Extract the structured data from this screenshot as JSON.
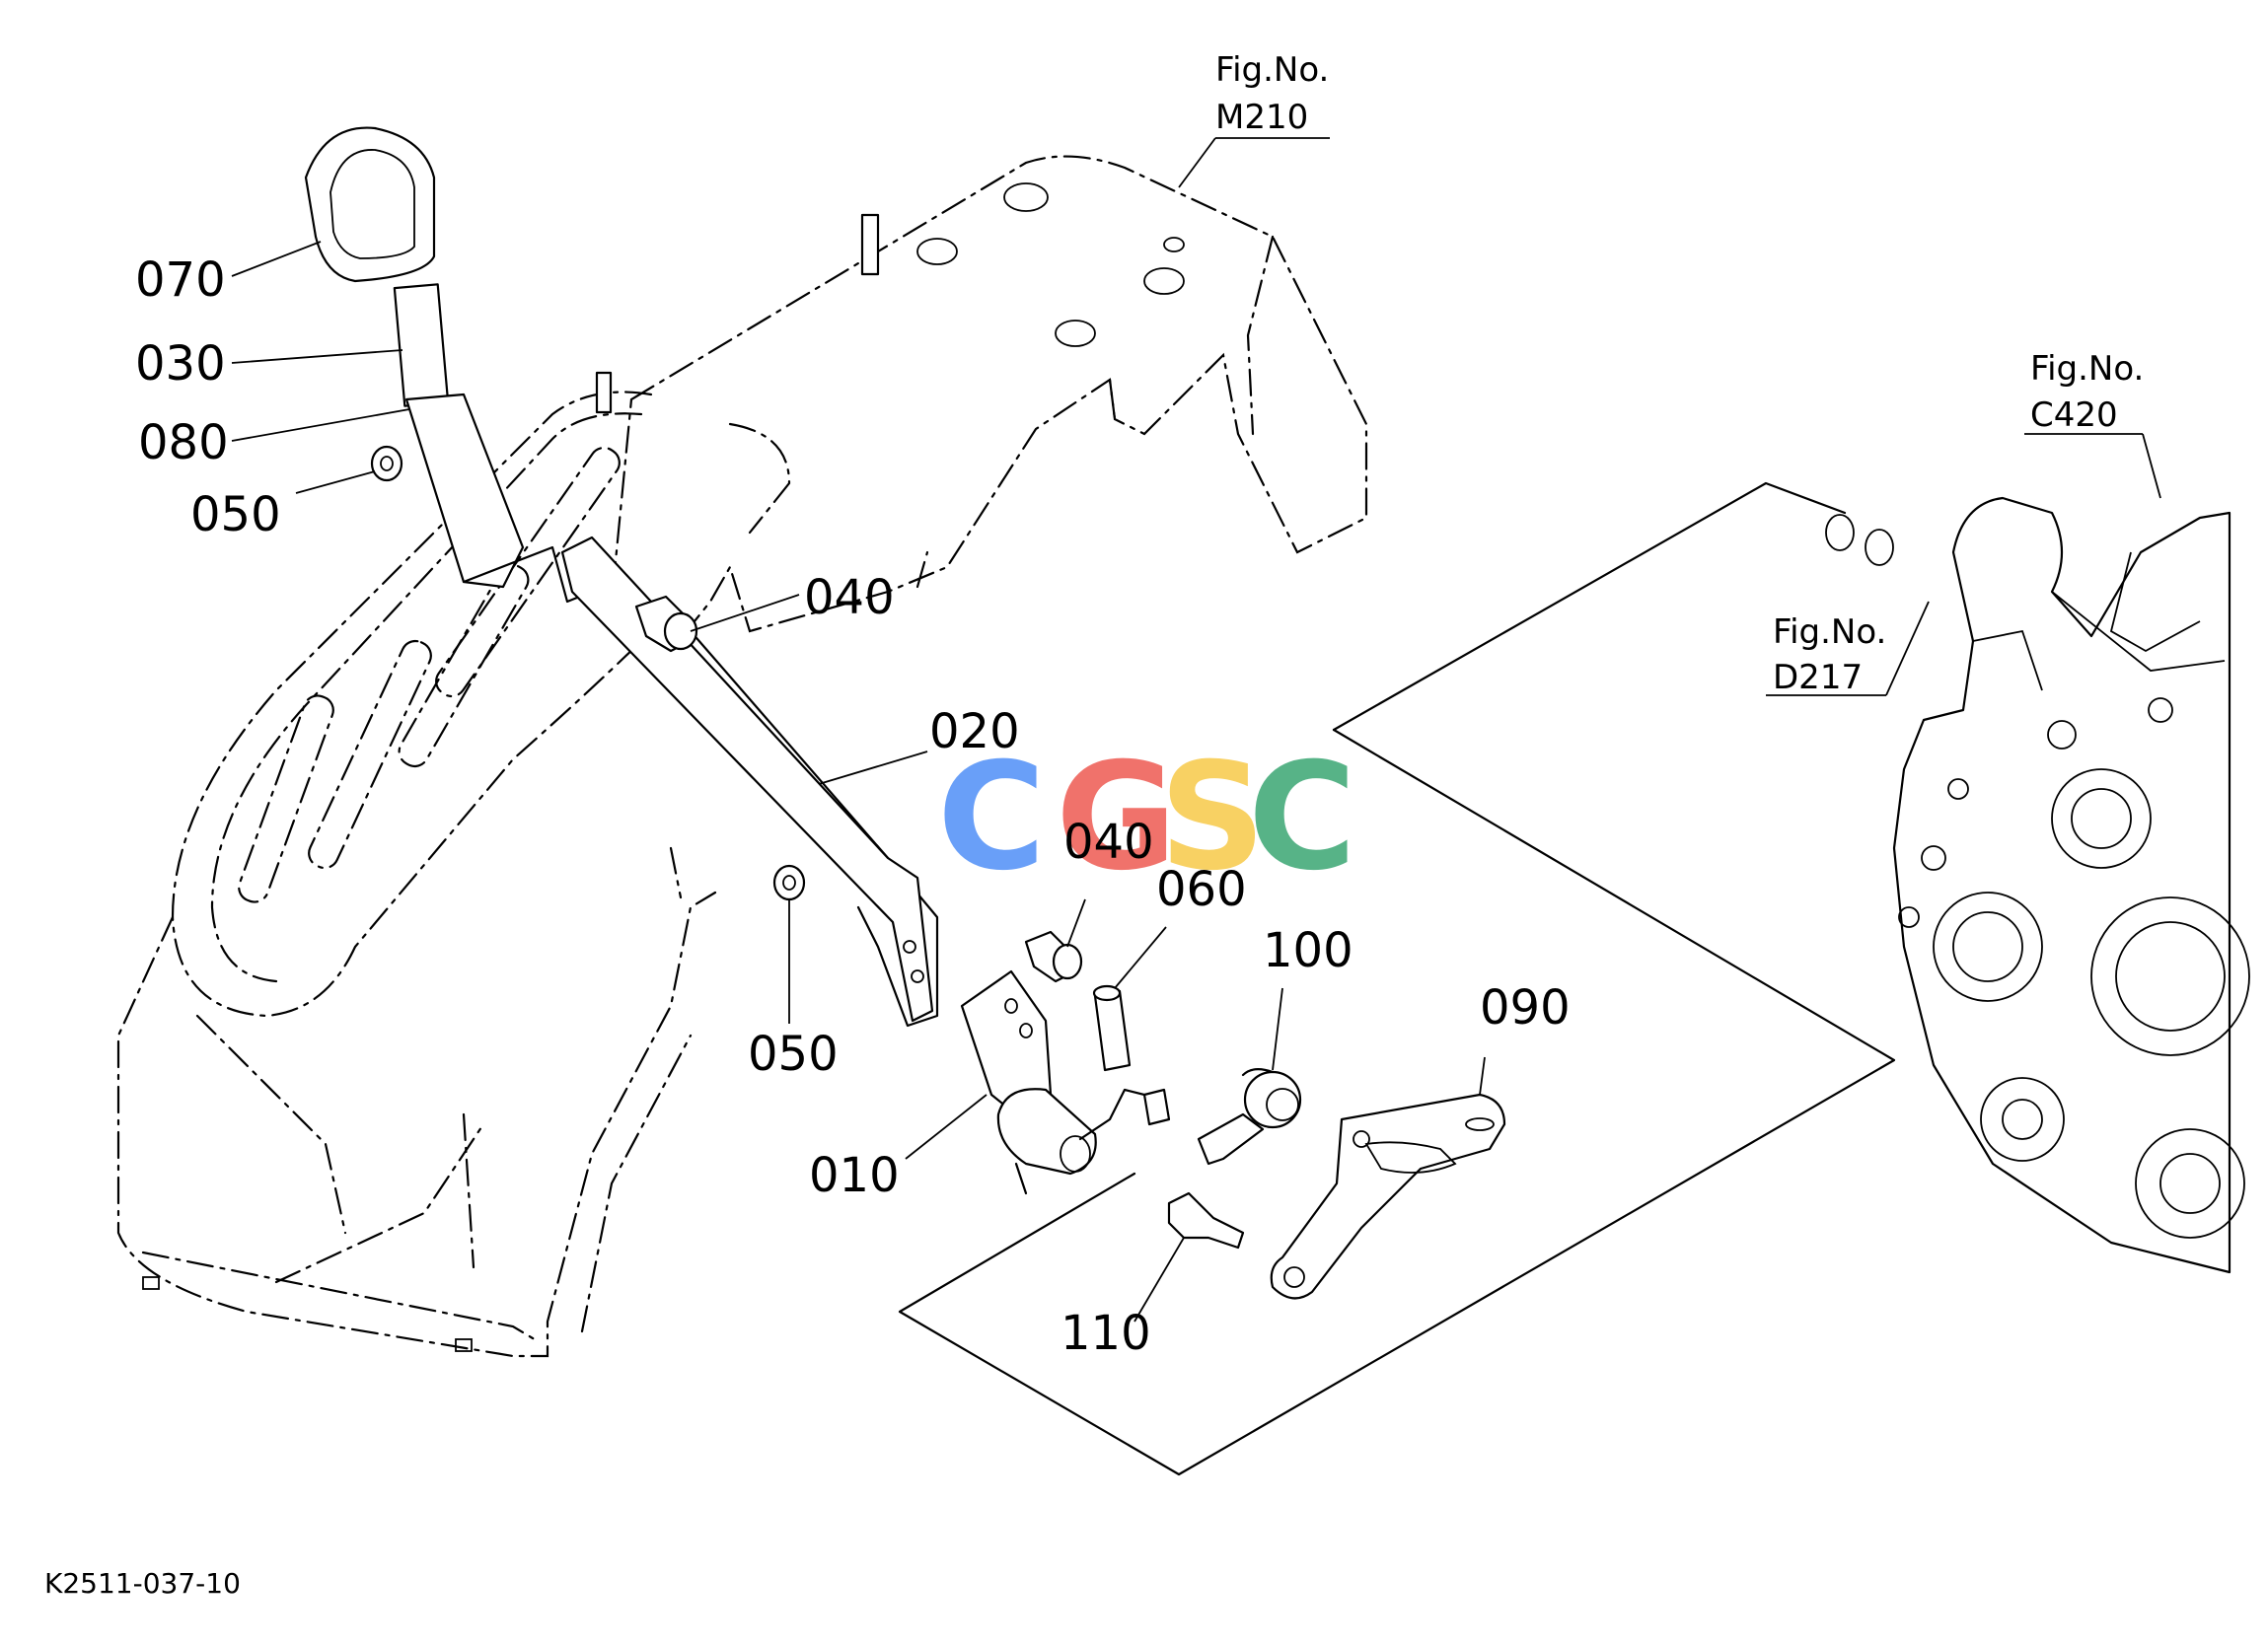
{
  "callouts": {
    "c070": "070",
    "c030": "030",
    "c080": "080",
    "c050a": "050",
    "c040a": "040",
    "c020": "020",
    "c040b": "040",
    "c060": "060",
    "c100": "100",
    "c090": "090",
    "c050b": "050",
    "c010": "010",
    "c110": "110"
  },
  "figure_refs": {
    "m210": {
      "label": "Fig.No.",
      "code": "M210"
    },
    "c420": {
      "label": "Fig.No.",
      "code": "C420"
    },
    "d217": {
      "label": "Fig.No.",
      "code": "D217"
    }
  },
  "watermark": {
    "letters": [
      "C",
      "G",
      "S",
      "C"
    ],
    "colors": [
      "#4f8ff7",
      "#ee5a52",
      "#f7c948",
      "#3aa673"
    ]
  },
  "drawing_code": "K2511-037-10"
}
